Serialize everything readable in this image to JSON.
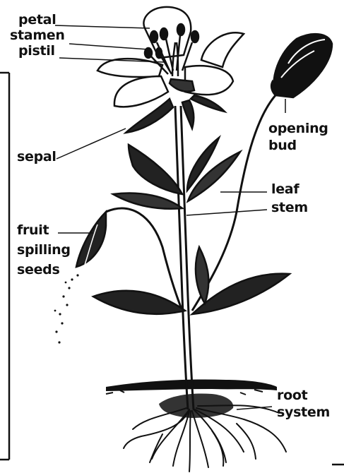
{
  "diagram": {
    "labels": {
      "petal": "petal",
      "stamen": "stamen",
      "pistil": "pistil",
      "sepal": "sepal",
      "opening_bud_line1": "opening",
      "opening_bud_line2": "bud",
      "leaf": "leaf",
      "stem": "stem",
      "fruit_line1": "fruit",
      "fruit_line2": "spilling",
      "fruit_line3": "seeds",
      "root_line1": "root",
      "root_line2": "system"
    },
    "colors": {
      "ink": "#111111",
      "paper": "#ffffff"
    }
  }
}
